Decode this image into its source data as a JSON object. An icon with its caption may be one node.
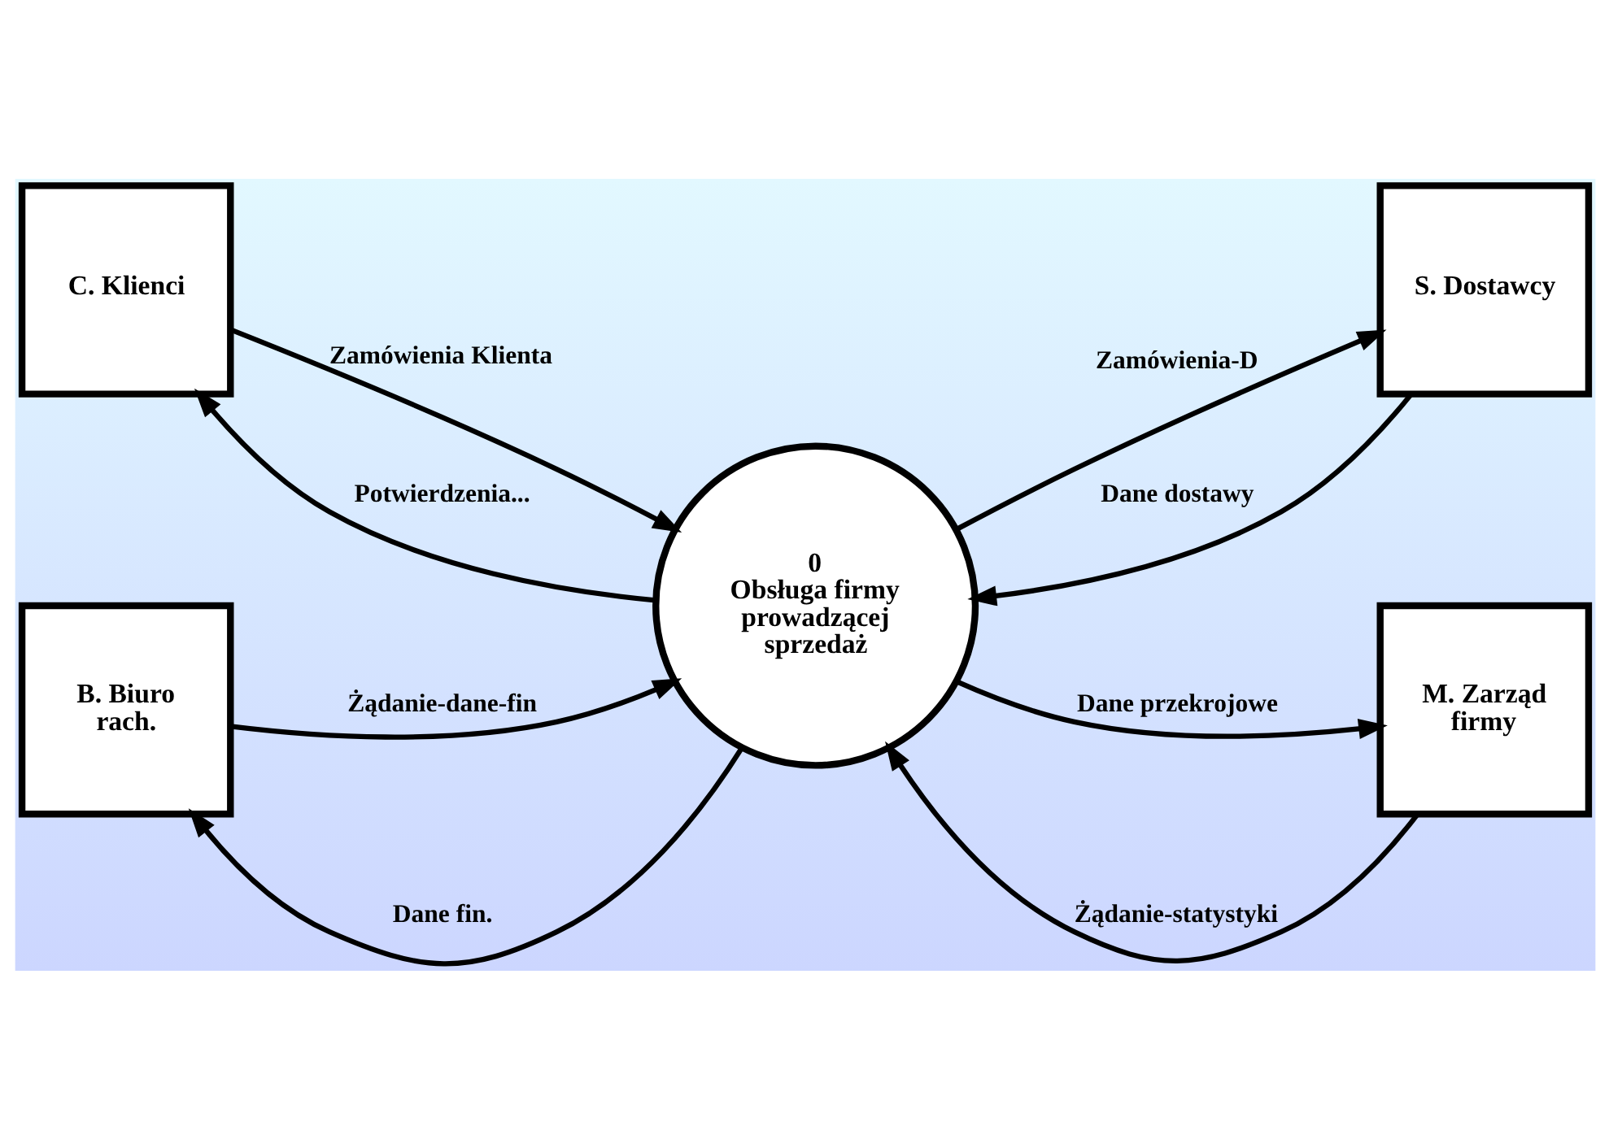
{
  "diagram": {
    "nodes": [
      {
        "text": [
          "C. Klienci"
        ]
      },
      {
        "text": [
          "S. Dostawcy"
        ]
      },
      {
        "text": [
          "0",
          "Obsługa firmy prowadzącej sprzedaż"
        ]
      },
      {
        "text": [
          "B. Biuro rach."
        ]
      },
      {
        "text": [
          "M. Zarząd firmy"
        ]
      }
    ],
    "edges": [
      {
        "from": 2,
        "to": 0,
        "arrow": "to",
        "label": "Potwierdzenia..."
      },
      {
        "from": 0,
        "to": 2,
        "arrow": "to",
        "label": "Zamówienia Klienta"
      },
      {
        "from": 1,
        "to": 2,
        "arrow": "to",
        "label": "Dane dostawy"
      },
      {
        "from": 2,
        "to": 1,
        "arrow": "to",
        "label": "Zamówienia-D"
      },
      {
        "from": 2,
        "to": 3,
        "arrow": "to",
        "label": "Dane fin."
      },
      {
        "from": 3,
        "to": 2,
        "arrow": "to",
        "label": "Żądanie-dane-fin"
      },
      {
        "from": 4,
        "to": 2,
        "arrow": "to",
        "label": "Żądanie-statystyki"
      },
      {
        "from": 2,
        "to": 4,
        "arrow": "to",
        "label": "Dane przekrojowe"
      }
    ]
  }
}
